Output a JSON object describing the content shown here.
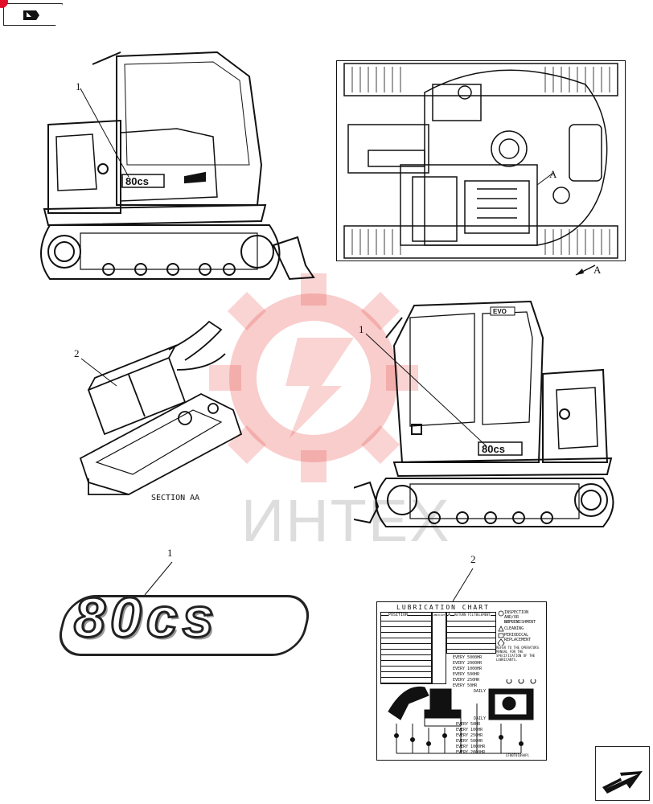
{
  "callouts": {
    "a": "1",
    "b": "2",
    "c": "1",
    "d": "1",
    "e": "2"
  },
  "view_markers": {
    "a_on_machine": "A",
    "a_arrow": "A"
  },
  "section_label": "SECTION AA",
  "model_decal": "80cs",
  "cab_badge": "EVO",
  "watermark": "ИНТЕХ",
  "lubrication_chart": {
    "title": "LUBRICATION CHART",
    "col_position": "POSITION",
    "col_lubricant": "LUBRICANT",
    "col_a": "A",
    "col_return_filter": "RETURN FILTER",
    "col_element": "ELEMENT",
    "key": [
      "INSPECTION AND/OR REPLENISHMENT",
      "SUPPLY",
      "CLEANING",
      "PERIODICAL REPLACEMENT"
    ],
    "note": "REFER TO THE OPERATORS MANUAL FOR THE SPECIFICATION OF THE LUBRICANTS.",
    "intervals_right": [
      "EVERY 5000HR",
      "EVERY 2000HR",
      "EVERY 1000HR",
      "EVERY 500HR",
      "EVERY 250HR",
      "EVERY 50HR",
      "DAILY"
    ],
    "intervals_left": [
      "DAILY",
      "EVERY 50HR",
      "EVERY 100HR",
      "EVERY 250HR",
      "EVERY 500HR",
      "EVERY 1000HR",
      "EVERY 2000HR"
    ],
    "part_no": "LF00T01090P1"
  },
  "colors": {
    "line": "#111111",
    "watermark_red": "#e53935",
    "corner_badge": "#e0102a"
  }
}
